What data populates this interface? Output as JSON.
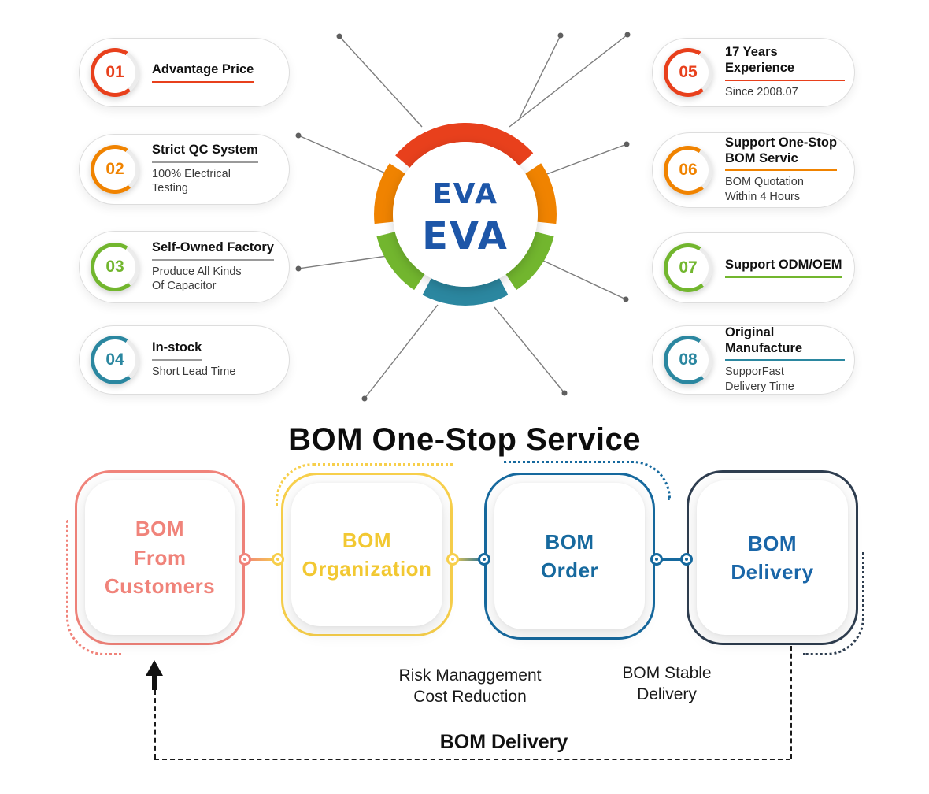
{
  "theme": {
    "arc_red": "#e8401c",
    "arc_orange": "#f08300",
    "arc_green": "#72b62e",
    "arc_teal": "#2b87a0"
  },
  "logo": {
    "text": "EVA"
  },
  "advantages": {
    "left": [
      {
        "num": "01",
        "title": "Advantage Price",
        "desc": "",
        "color": "#e8401c",
        "line": "#e8401c"
      },
      {
        "num": "02",
        "title": "Strict QC System",
        "desc": "100% Electrical\nTesting",
        "color": "#f08300",
        "line": "#9a9a9a"
      },
      {
        "num": "03",
        "title": "Self-Owned Factory",
        "desc": "Produce All Kinds\nOf Capacitor",
        "color": "#72b62e",
        "line": "#9a9a9a"
      },
      {
        "num": "04",
        "title": "In-stock",
        "desc": "Short Lead Time",
        "color": "#2b87a0",
        "line": "#9a9a9a"
      }
    ],
    "right": [
      {
        "num": "05",
        "title": "17 Years Experience",
        "desc": "Since 2008.07",
        "color": "#e8401c",
        "line": "#e8401c"
      },
      {
        "num": "06",
        "title": "Support One-Stop\nBOM Servic",
        "desc": "BOM Quotation\nWithin 4 Hours",
        "color": "#f08300",
        "line": "#f08300"
      },
      {
        "num": "07",
        "title": "Support ODM/OEM",
        "desc": "",
        "color": "#72b62e",
        "line": "#72b62e"
      },
      {
        "num": "08",
        "title": "Original Manufacture",
        "desc": "SupporFast\nDelivery Time",
        "color": "#2b87a0",
        "line": "#2b87a0"
      }
    ]
  },
  "section_title": "BOM One-Stop Service",
  "flow": {
    "steps": [
      {
        "label": "BOM\nFrom\nCustomers",
        "border": "#f0837a",
        "text_color": "#f0837a"
      },
      {
        "label": "BOM\nOrganization",
        "border": "#f7cf4b",
        "text_color": "#f2c832"
      },
      {
        "label": "BOM\nOrder",
        "border": "#16699e",
        "text_color": "#16699e"
      },
      {
        "label": "BOM\nDelivery",
        "border": "#2e3d4f",
        "text_color": "#1a66a8"
      }
    ],
    "notes": [
      {
        "text": "Risk Managgement\nCost Reduction"
      },
      {
        "text": "BOM Stable\nDelivery"
      }
    ],
    "return_label": "BOM Delivery"
  }
}
